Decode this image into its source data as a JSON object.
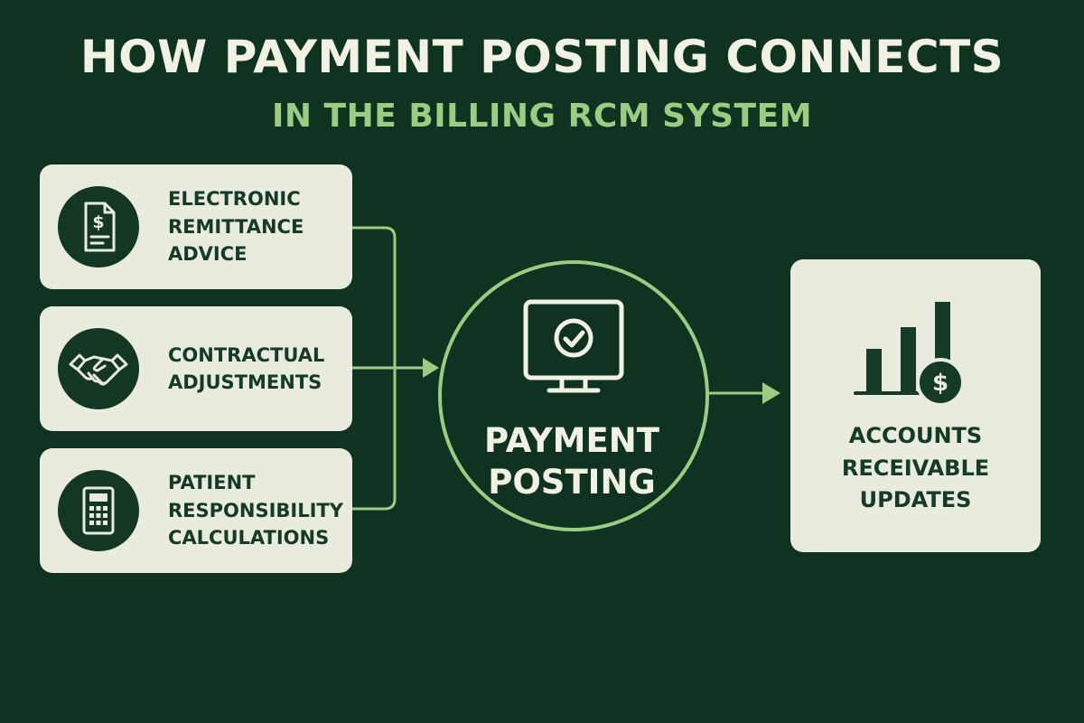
{
  "header": {
    "title": "HOW PAYMENT POSTING CONNECTS",
    "subtitle": "IN THE BILLING RCM SYSTEM"
  },
  "inputs": [
    {
      "label": "ELECTRONIC\nREMITTANCE\nADVICE",
      "icon": "remittance-document-icon"
    },
    {
      "label": "CONTRACTUAL\nADJUSTMENTS",
      "icon": "handshake-icon"
    },
    {
      "label": "PATIENT\nRESPONSIBILITY\nCALCULATIONS",
      "icon": "calculator-icon"
    }
  ],
  "center": {
    "label": "PAYMENT\nPOSTING",
    "icon": "monitor-check-icon"
  },
  "output": {
    "label": "ACCOUNTS\nRECEIVABLE\nUPDATES",
    "icon": "bar-chart-dollar-icon"
  },
  "colors": {
    "background": "#0f3320",
    "card": "#e8ebdd",
    "accent": "#9ccb84",
    "title": "#f1f1e4",
    "dark_text": "#153a25"
  }
}
